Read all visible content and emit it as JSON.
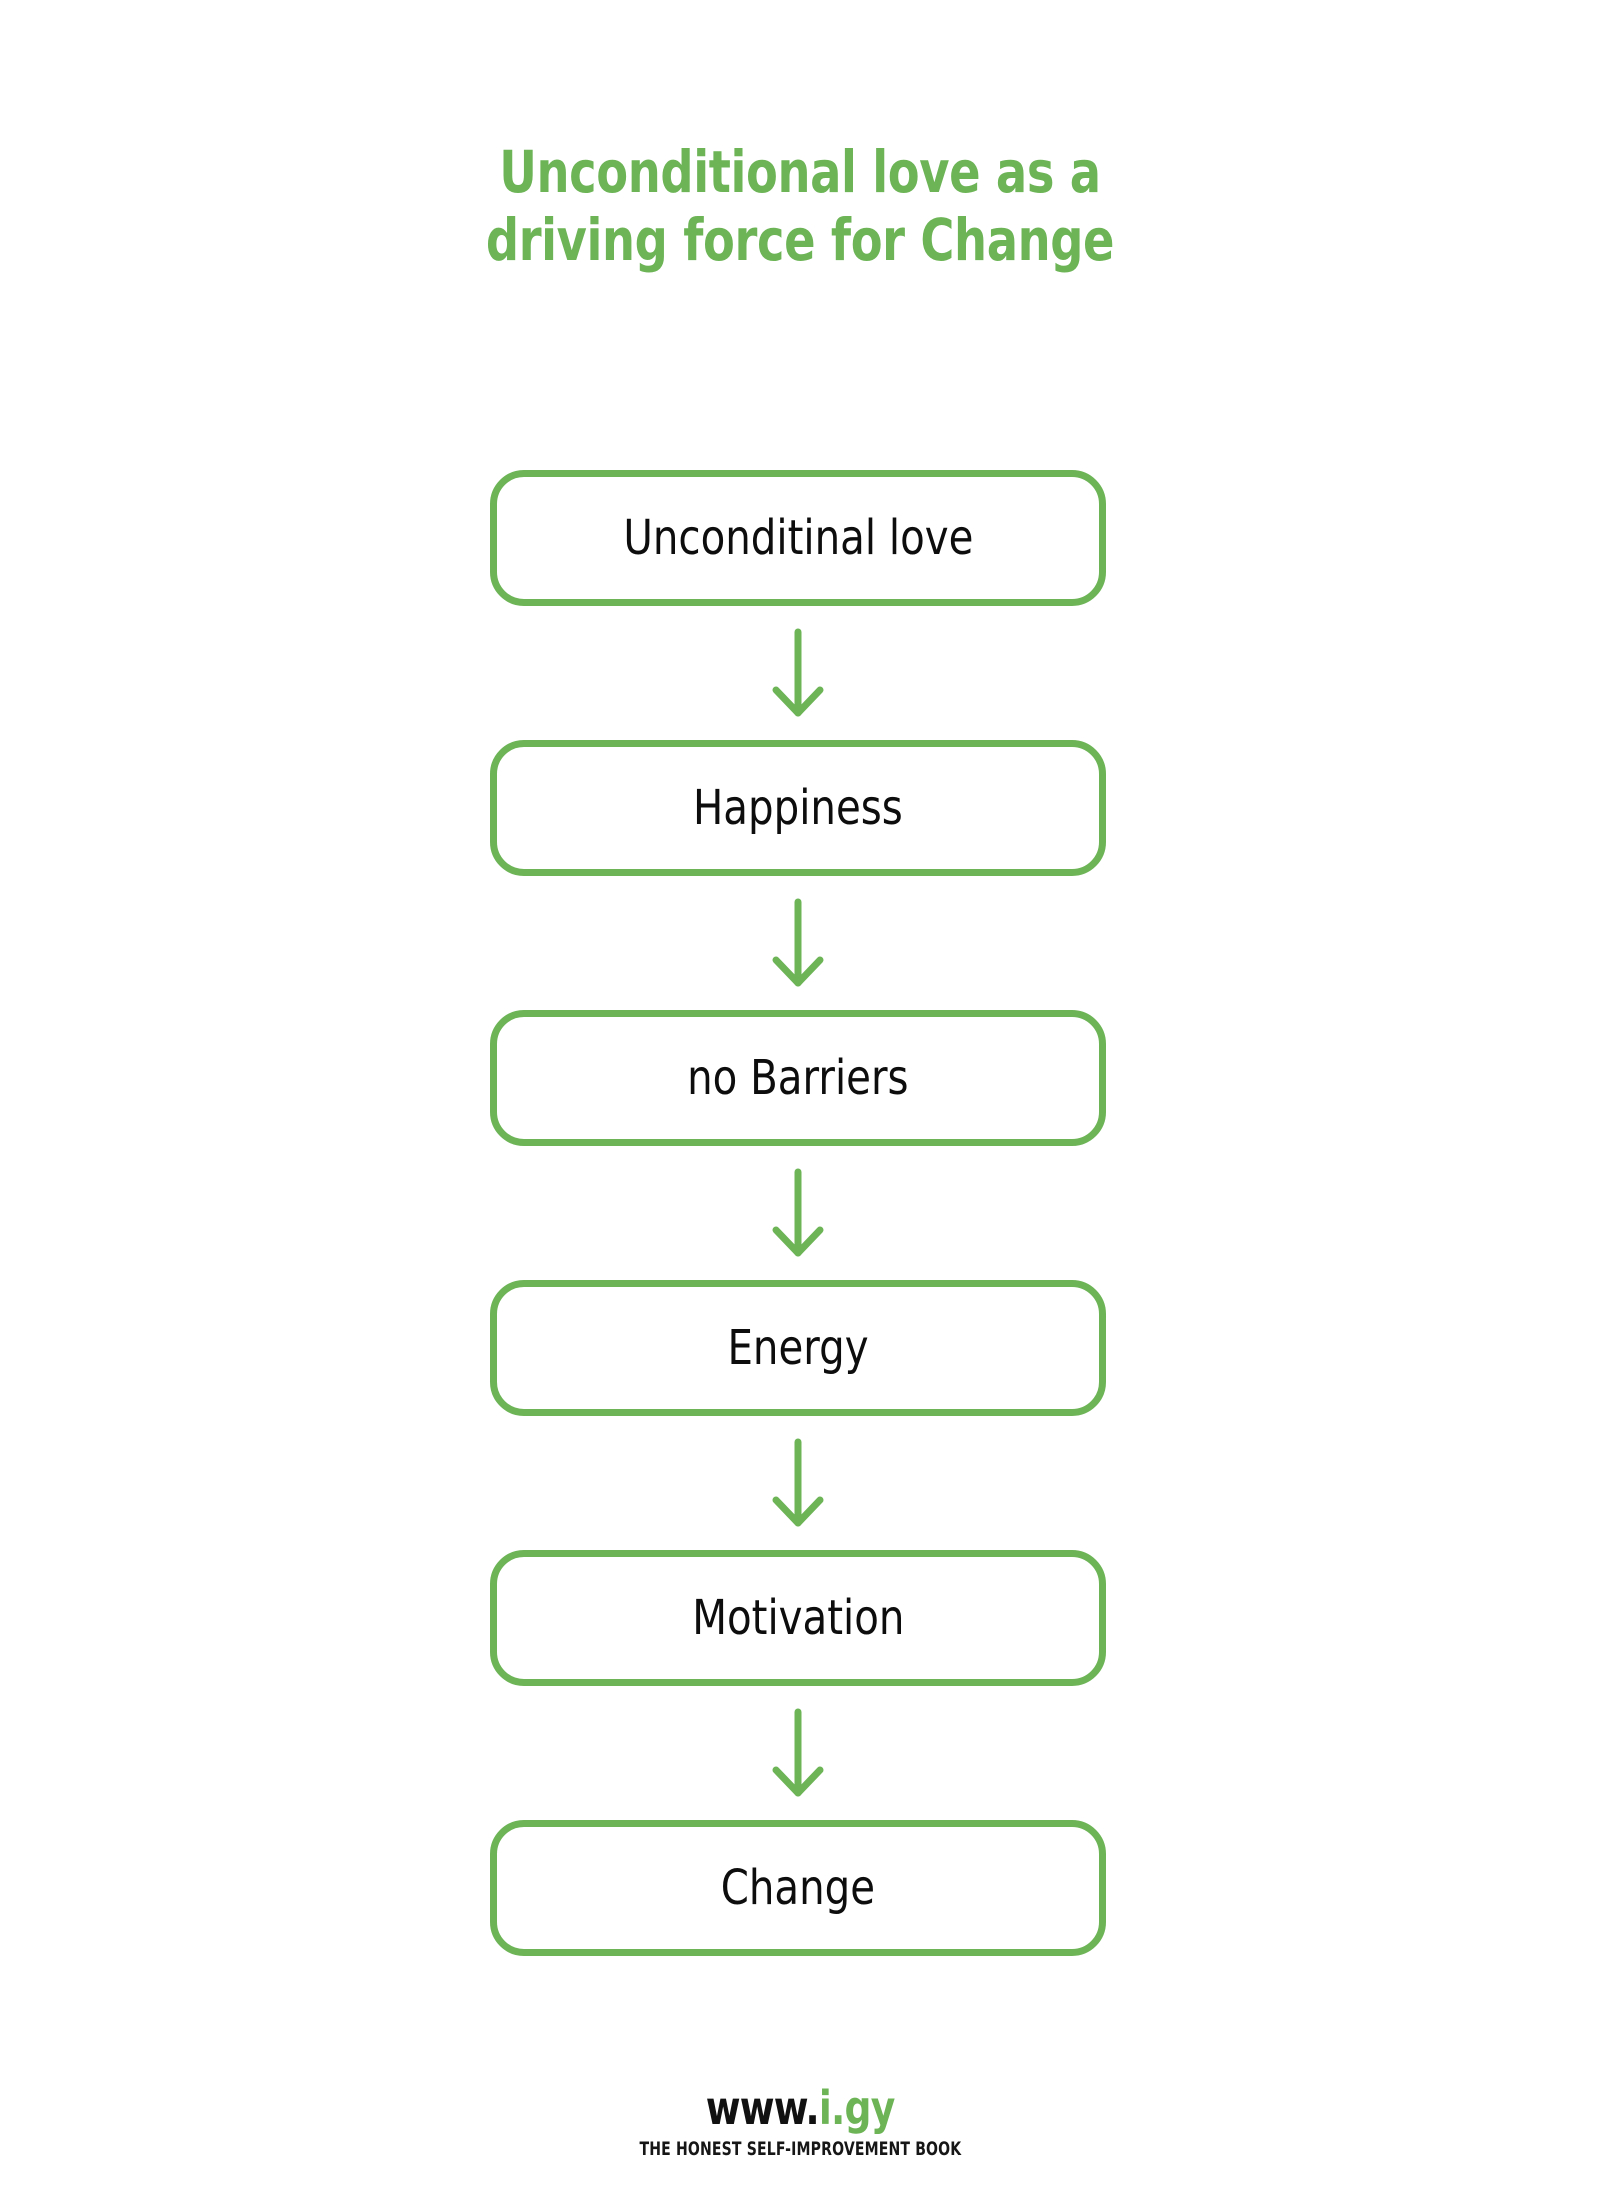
{
  "colors": {
    "brand_green": "#6CB456",
    "text_black": "#0d0d0d",
    "background": "#ffffff"
  },
  "title": {
    "line1": "Unconditional love as a",
    "line2": "driving force for Change",
    "full": "Unconditional love as a driving force for Change"
  },
  "flow": {
    "type": "vertical-flowchart",
    "arrow_icon": "arrow-down-icon",
    "nodes": [
      {
        "label": "Unconditinal love"
      },
      {
        "label": "Happiness"
      },
      {
        "label": "no Barriers"
      },
      {
        "label": "Energy"
      },
      {
        "label": "Motivation"
      },
      {
        "label": "Change"
      }
    ]
  },
  "footer": {
    "logo_primary": "www.",
    "logo_accent": "i.gy",
    "tagline": "THE HONEST SELF-IMPROVEMENT BOOK"
  }
}
